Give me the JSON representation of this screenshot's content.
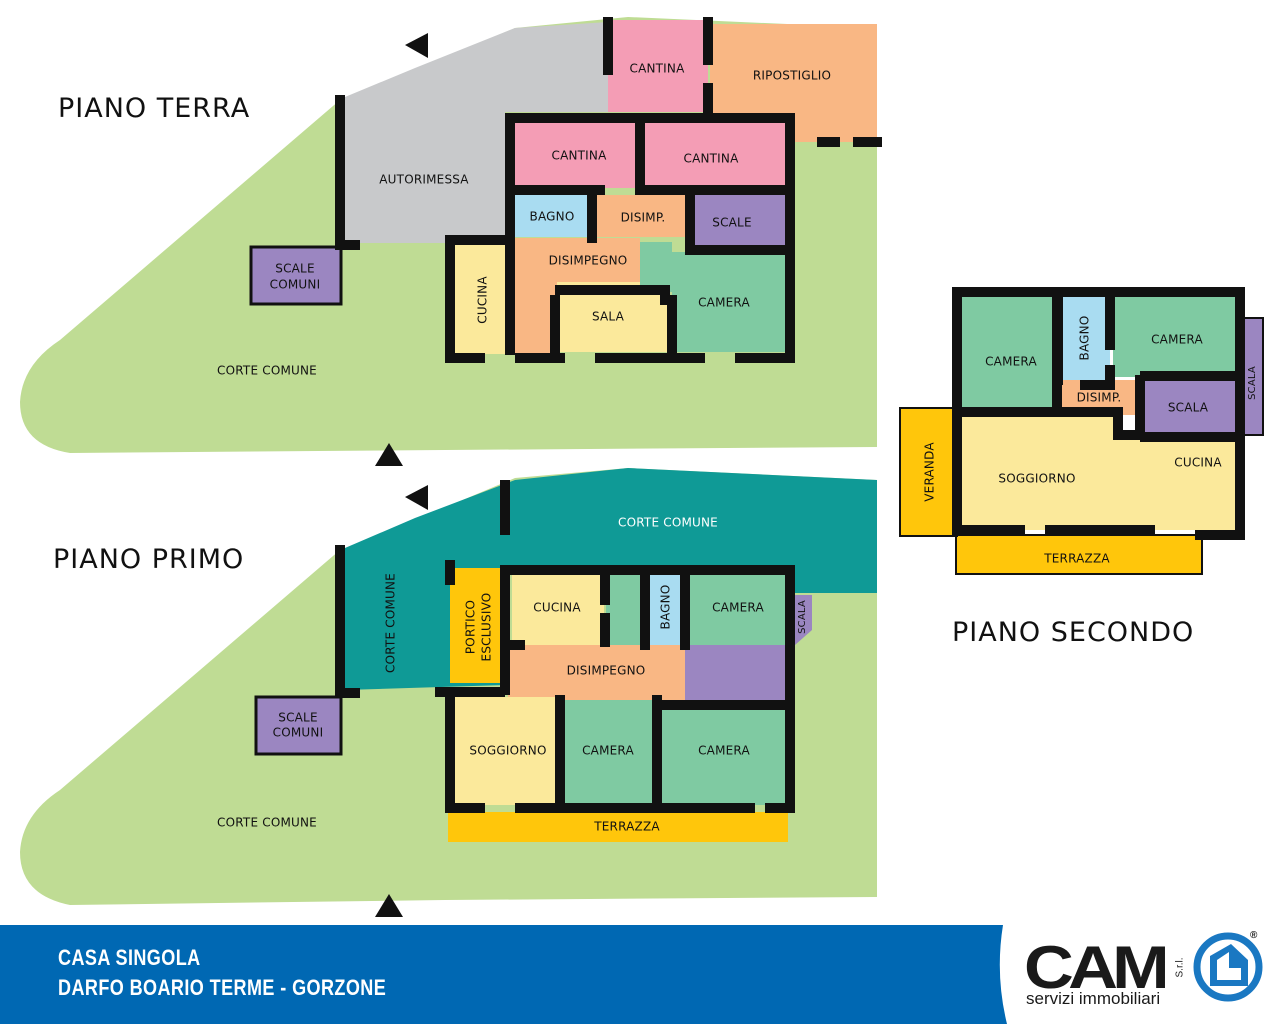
{
  "titles": {
    "ground": "PIANO TERRA",
    "first": "PIANO PRIMO",
    "second": "PIANO SECONDO"
  },
  "ground": {
    "cantina_top": "CANTINA",
    "ripostiglio": "RIPOSTIGLIO",
    "autorimessa": "AUTORIMESSA",
    "cantina_1": "CANTINA",
    "cantina_2": "CANTINA",
    "bagno": "BAGNO",
    "disimp": "DISIMP.",
    "scale": "SCALE",
    "disimpegno": "DISIMPEGNO",
    "cucina": "CUCINA",
    "sala": "SALA",
    "camera": "CAMERA",
    "scale_comuni_1": "SCALE",
    "scale_comuni_2": "COMUNI",
    "corte": "CORTE COMUNE"
  },
  "first": {
    "corte_top": "CORTE COMUNE",
    "corte_side": "CORTE COMUNE",
    "portico_1": "PORTICO",
    "portico_2": "ESCLUSIVO",
    "cucina": "CUCINA",
    "bagno": "BAGNO",
    "camera_1": "CAMERA",
    "scala": "SCALA",
    "disimpegno": "DISIMPEGNO",
    "soggiorno": "SOGGIORNO",
    "camera_2": "CAMERA",
    "camera_3": "CAMERA",
    "terrazza": "TERRAZZA",
    "scale_comuni_1": "SCALE",
    "scale_comuni_2": "COMUNI",
    "corte": "CORTE COMUNE"
  },
  "second": {
    "camera_1": "CAMERA",
    "bagno": "BAGNO",
    "camera_2": "CAMERA",
    "scala_side": "SCALA",
    "disimp": "DISIMP.",
    "scala": "SCALA",
    "veranda": "VERANDA",
    "soggiorno": "SOGGIORNO",
    "cucina": "CUCINA",
    "terrazza": "TERRAZZA"
  },
  "banner": {
    "line1": "CASA SINGOLA",
    "line2": "DARFO BOARIO TERME - GORZONE"
  },
  "logo": {
    "brand": "CAM",
    "srl": "S.r.l.",
    "tagline": "servizi immobiliari",
    "registered": "®"
  },
  "colors": {
    "green": "#bfdc94",
    "gray": "#c8c9cb",
    "pink": "#f49db5",
    "orange": "#f9b784",
    "blue": "#a9dcf1",
    "purple": "#9b86c1",
    "sage": "#7fcaa2",
    "yellow": "#fbe99b",
    "teal": "#0f9a96",
    "gold": "#ffc60b",
    "banner": "#0068b3"
  }
}
